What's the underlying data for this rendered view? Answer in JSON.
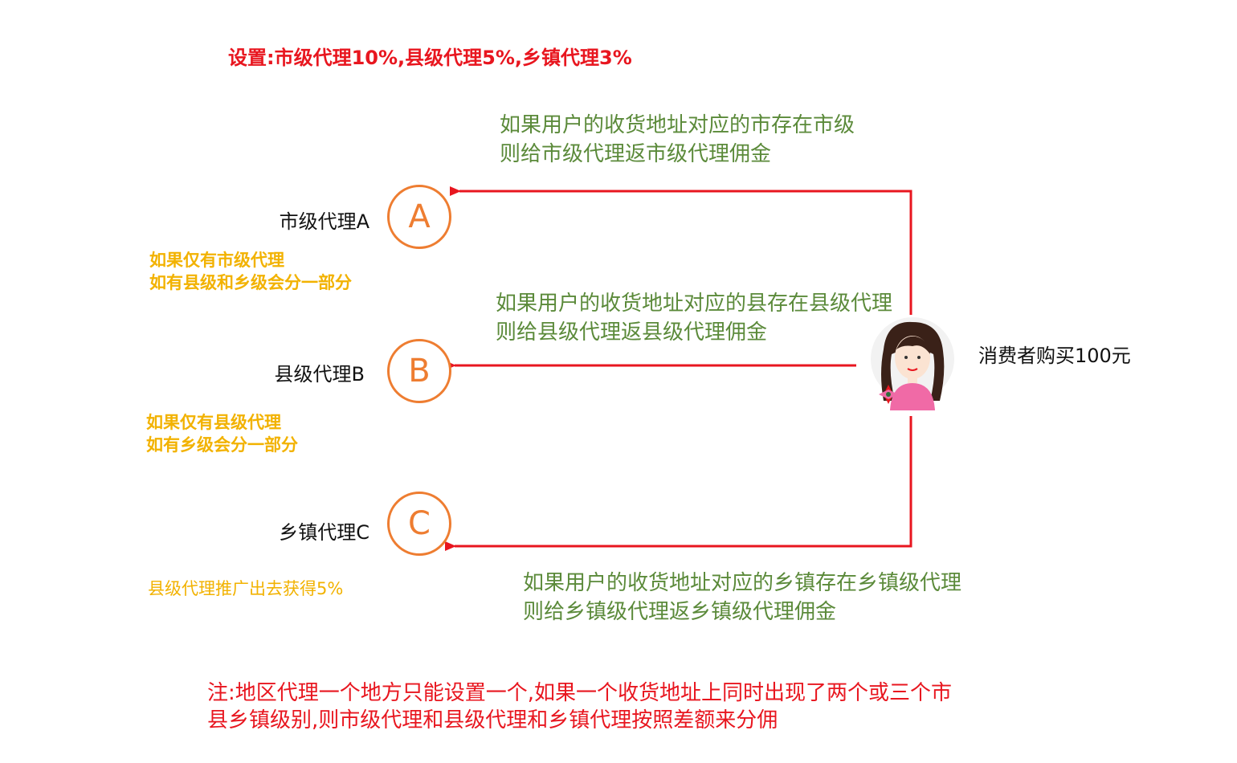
{
  "setting": "设置:市级代理10%,县级代理5%,乡镇代理3%",
  "rules": {
    "a": [
      "如果用户的收货地址对应的市存在市级",
      "则给市级代理返市级代理佣金"
    ],
    "b": [
      "如果用户的收货地址对应的县存在县级代理",
      "则给县级代理返县级代理佣金"
    ],
    "c": [
      "如果用户的收货地址对应的乡镇存在乡镇级代理",
      "则给乡镇级代理返乡镇级代理佣金"
    ]
  },
  "agents": {
    "a": {
      "label": "市级代理A",
      "letter": "A"
    },
    "b": {
      "label": "县级代理B",
      "letter": "B"
    },
    "c": {
      "label": "乡镇代理C",
      "letter": "C"
    }
  },
  "notes": {
    "a": [
      "如果仅有市级代理",
      "如有县级和乡级会分一部分"
    ],
    "b": [
      "如果仅有县级代理",
      "如有乡级会分一部分"
    ],
    "c": [
      "县级代理推广出去获得5%"
    ]
  },
  "consumer": "消费者购买100元",
  "footer": [
    "注:地区代理一个地方只能设置一个,如果一个收货地址上同时出现了两个或三个市",
    "县乡镇级别,则市级代理和县级代理和乡镇代理按照差额来分佣"
  ],
  "colors": {
    "red": "#e8161f",
    "green": "#5b8a3a",
    "yellow": "#f2b200",
    "orange": "#ee7d31",
    "avatar_dress": "#f06aa6"
  }
}
